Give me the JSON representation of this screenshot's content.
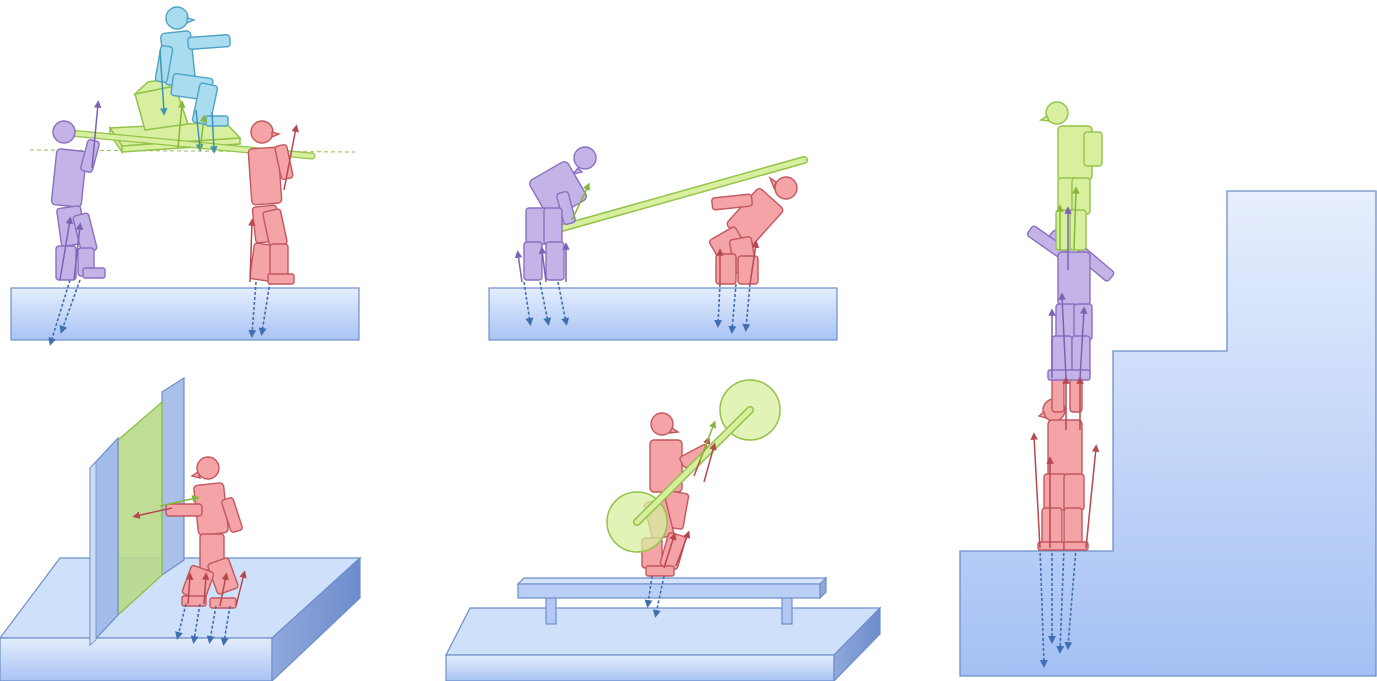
{
  "palette": {
    "purple_fill": "#c4b3e6",
    "purple_stroke": "#8a70bf",
    "red_fill": "#f4a3a6",
    "red_stroke": "#c2585e",
    "blue_char_fill": "#a9dcee",
    "blue_char_stroke": "#4fa3c6",
    "green_fill": "#d7ef9f",
    "green_stroke": "#93c34a",
    "platform_top": "#cfe0fb",
    "platform_front": "#a8c4f5",
    "platform_stroke": "#6d8fc9",
    "force_blue": "#3f6fb0"
  },
  "panels": [
    {
      "id": "carry-litter",
      "characters": [
        "purple",
        "red",
        "blue"
      ],
      "prop": "green-litter-with-seat"
    },
    {
      "id": "push-pole",
      "characters": [
        "purple",
        "red"
      ],
      "prop": "green-pole"
    },
    {
      "id": "push-wall",
      "characters": [
        "red"
      ],
      "prop": "green-wall-panel"
    },
    {
      "id": "lift-barbell",
      "characters": [
        "red"
      ],
      "prop": "green-barbell-on-bench"
    },
    {
      "id": "stack-climb-stairs",
      "characters": [
        "red",
        "purple",
        "green"
      ],
      "prop": "blue-staircase"
    }
  ],
  "icons": [
    "force-arrow-icon",
    "ground-reaction-arrow-icon"
  ]
}
